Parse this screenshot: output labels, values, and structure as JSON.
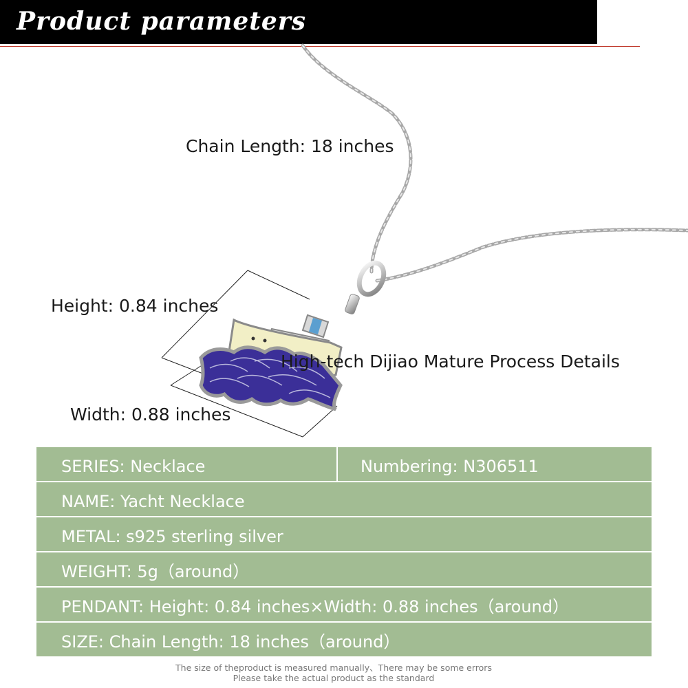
{
  "header": {
    "title": "Product parameters"
  },
  "dimensions": {
    "chain": "Chain Length:   18 inches",
    "height": "Height:  0.84 inches",
    "width": "Width: 0.88 inches",
    "process": "High-tech Dijiao Mature Process Details"
  },
  "params": {
    "series": "SERIES: Necklace",
    "numbering": "Numbering: N306511",
    "name": "NAME: Yacht Necklace",
    "metal": "METAL: s925 sterling silver",
    "weight": "WEIGHT: 5g（around）",
    "pendant": "PENDANT: Height: 0.84 inches×Width: 0.88 inches（around）",
    "size": "SIZE: Chain Length: 18 inches（around）"
  },
  "footnote": {
    "line1": "The size of theproduct is measured manually、There may be some errors",
    "line2": "Please take the actual product as the standard"
  },
  "colors": {
    "header_bg": "#000000",
    "table_bg": "#a2bc93",
    "hull": "#f2efc6",
    "waves": "#3b2f98",
    "window_blue": "#5b9fd0"
  }
}
